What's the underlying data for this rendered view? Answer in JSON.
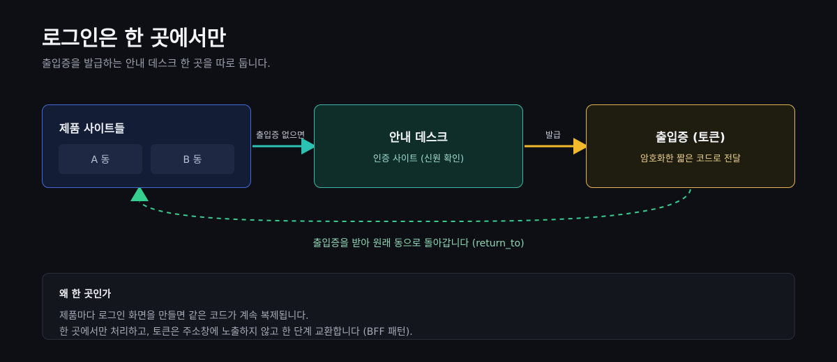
{
  "header": {
    "title": "로그인은 한 곳에서만",
    "subtitle": "출입증을 발급하는 안내 데스크 한 곳을 따로 둡니다."
  },
  "nodes": {
    "products": {
      "title": "제품 사이트들",
      "sites": [
        "A 동",
        "B 동"
      ]
    },
    "desk": {
      "title": "안내 데스크",
      "subtitle": "인증 사이트 (신원 확인)"
    },
    "token": {
      "title": "출입증 (토큰)",
      "subtitle": "암호화한 짧은 코드로 전달"
    }
  },
  "edges": {
    "no_pass": "출입증 없으면",
    "issue": "발급",
    "return": "출입증을 받아 원래 동으로 돌아갑니다 (return_to)"
  },
  "why": {
    "title": "왜 한 곳인가",
    "lines": [
      "제품마다 로그인 화면을 만들면 같은 코드가 계속 복제됩니다.",
      "한 곳에서만 처리하고, 토큰은 주소창에 노출하지 않고 한 단계 교환합니다 (BFF 패턴)."
    ]
  },
  "colors": {
    "products_border": "#3f6ad8",
    "desk_border": "#3fb8a7",
    "token_border": "#e3b64c",
    "arrow_teal": "#2cc2b3",
    "arrow_gold": "#f2b92c",
    "arrow_return": "#35d08f"
  }
}
